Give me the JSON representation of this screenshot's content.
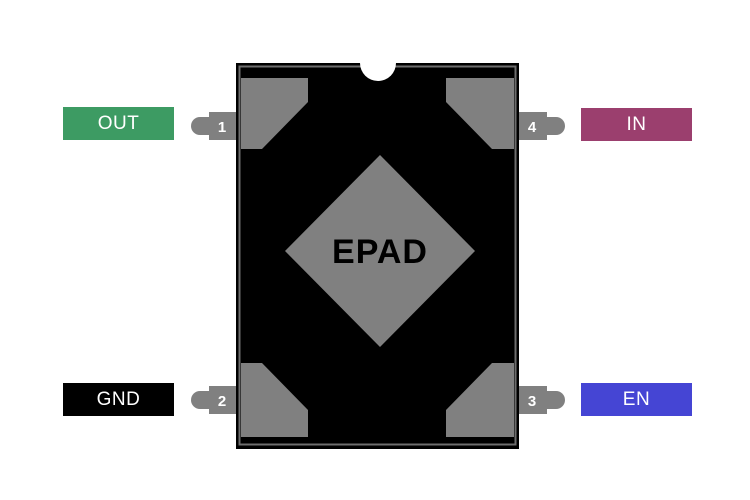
{
  "package": {
    "epad_label": "EPAD",
    "body_color": "#000000",
    "pad_color": "#808080",
    "outline_color": "#6e6e6e"
  },
  "pins": [
    {
      "number": "1",
      "name": "OUT",
      "color": "#3d9b63"
    },
    {
      "number": "2",
      "name": "GND",
      "color": "#000000"
    },
    {
      "number": "3",
      "name": "EN",
      "color": "#4545d4"
    },
    {
      "number": "4",
      "name": "IN",
      "color": "#9b3f6e"
    }
  ]
}
